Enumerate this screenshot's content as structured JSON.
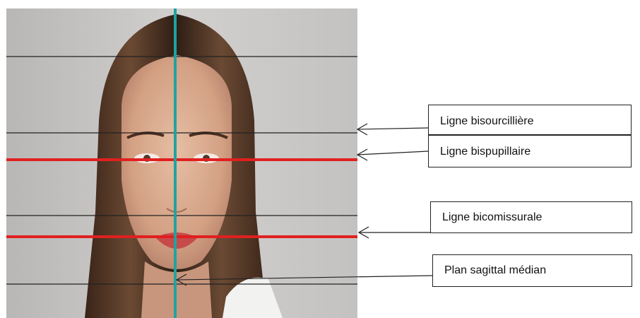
{
  "diagram": {
    "labels": {
      "bisourcilliere": "Ligne bisourcillière",
      "bispupillaire": "Ligne bispupillaire",
      "bicomissurale": "Ligne bicomissurale",
      "sagittal": "Plan sagittal médian"
    },
    "colors": {
      "reference_line": "#e02020",
      "guide_line": "#222222",
      "midline": "#1fa3a0",
      "hair": "#4a3224",
      "skin": "#d9aa8e",
      "background": "#c9c7c5"
    }
  }
}
